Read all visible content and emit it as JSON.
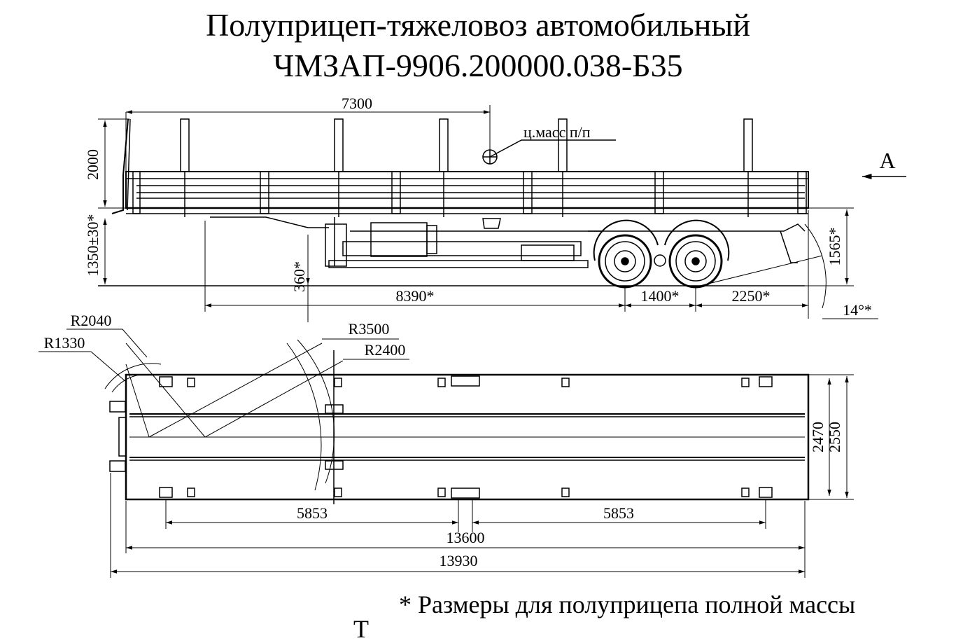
{
  "title_line1": "Полуприцеп-тяжеловоз автомобильный",
  "title_line2": "ЧМЗАП-9906.200000.038-Б35",
  "side_view": {
    "dim_length_top": "7300",
    "center_of_mass": "ц.масс п/п",
    "view_arrow": "А",
    "dim_stake_height": "2000",
    "dim_platform_height": "1350±30*",
    "dim_kingpin_height": "360*",
    "dim_wheelbase": "8390*",
    "dim_axle_spacing": "1400*",
    "dim_rear_overhang": "2250*",
    "dim_rear_height": "1565*",
    "dim_angle": "14°*"
  },
  "top_view": {
    "radius_1": "R2040",
    "radius_2": "R1330",
    "radius_3": "R3500",
    "radius_4": "R2400",
    "dim_inner_width": "2470",
    "dim_outer_width": "2550",
    "dim_stake_left": "5853",
    "dim_stake_right": "5853",
    "dim_platform_length": "13600",
    "dim_overall_length": "13930"
  },
  "footnote": "* Размеры для полуприцепа полной массы",
  "cut_text": "Т"
}
